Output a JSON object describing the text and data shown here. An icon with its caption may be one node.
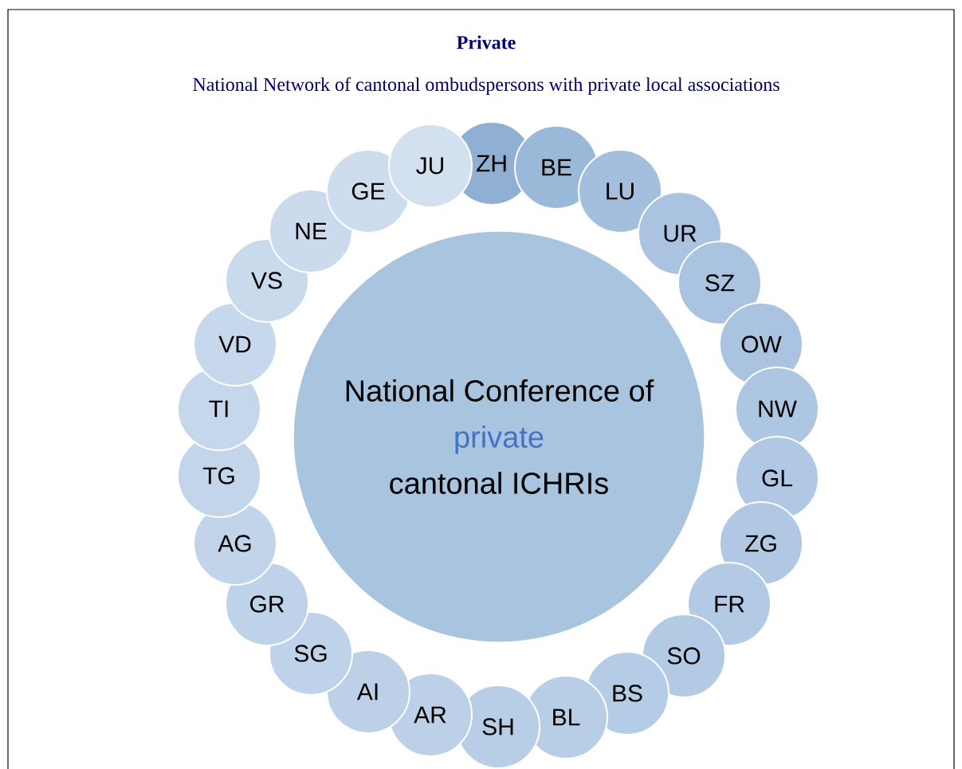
{
  "diagram": {
    "title": "Private",
    "caption": "National Network of cantonal ombudspersons with private local associations",
    "nodes": [
      {
        "text": [
          "National Conference of",
          "private",
          "cantonal ICHRIs"
        ]
      },
      {
        "text": [
          "ZH"
        ]
      },
      {
        "text": [
          "BE"
        ]
      },
      {
        "text": [
          "LU"
        ]
      },
      {
        "text": [
          "UR"
        ]
      },
      {
        "text": [
          "SZ"
        ]
      },
      {
        "text": [
          "OW"
        ]
      },
      {
        "text": [
          "NW"
        ]
      },
      {
        "text": [
          "GL"
        ]
      },
      {
        "text": [
          "ZG"
        ]
      },
      {
        "text": [
          "FR"
        ]
      },
      {
        "text": [
          "SO"
        ]
      },
      {
        "text": [
          "BS"
        ]
      },
      {
        "text": [
          "BL"
        ]
      },
      {
        "text": [
          "SH"
        ]
      },
      {
        "text": [
          "AR"
        ]
      },
      {
        "text": [
          "AI"
        ]
      },
      {
        "text": [
          "SG"
        ]
      },
      {
        "text": [
          "GR"
        ]
      },
      {
        "text": [
          "AG"
        ]
      },
      {
        "text": [
          "TG"
        ]
      },
      {
        "text": [
          "TI"
        ]
      },
      {
        "text": [
          "VD"
        ]
      },
      {
        "text": [
          "VS"
        ]
      },
      {
        "text": [
          "NE"
        ]
      },
      {
        "text": [
          "GE"
        ]
      },
      {
        "text": [
          "JU"
        ]
      }
    ]
  }
}
